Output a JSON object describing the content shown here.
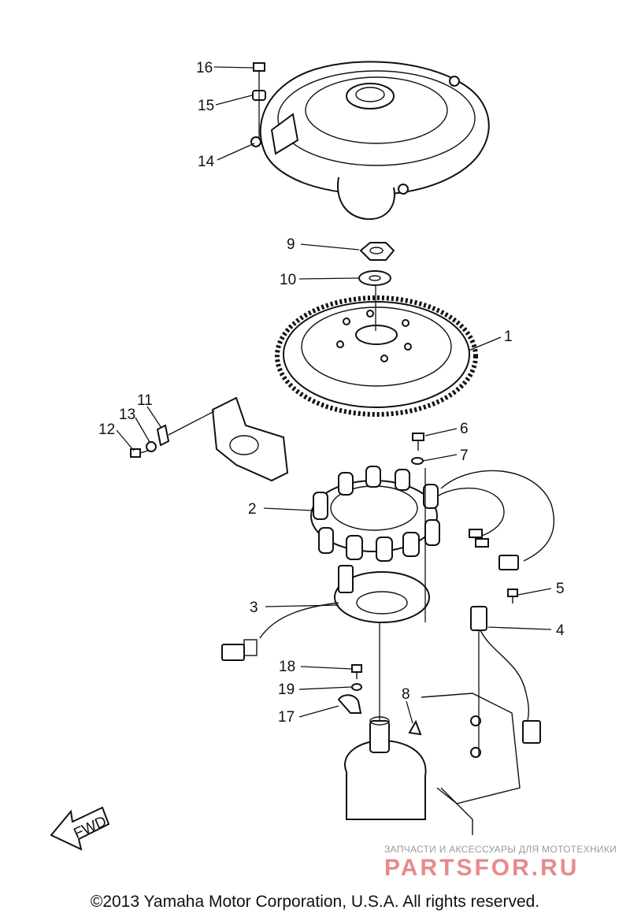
{
  "diagram": {
    "callouts": [
      {
        "num": "16"
      },
      {
        "num": "15"
      },
      {
        "num": "14"
      },
      {
        "num": "9"
      },
      {
        "num": "10"
      },
      {
        "num": "1"
      },
      {
        "num": "11"
      },
      {
        "num": "13"
      },
      {
        "num": "12"
      },
      {
        "num": "6"
      },
      {
        "num": "7"
      },
      {
        "num": "2"
      },
      {
        "num": "5"
      },
      {
        "num": "3"
      },
      {
        "num": "4"
      },
      {
        "num": "18"
      },
      {
        "num": "8"
      },
      {
        "num": "19"
      },
      {
        "num": "17"
      }
    ],
    "fwd_label": "FWD"
  },
  "watermark": {
    "tagline": "ЗАПЧАСТИ И АКСЕССУАРЫ ДЛЯ МОТОТЕХНИКИ",
    "brand": "PARTSFOR.RU",
    "brand_color": "#e88a8a"
  },
  "footer": {
    "copyright": "©2013 Yamaha Motor Corporation, U.S.A. All rights reserved."
  }
}
